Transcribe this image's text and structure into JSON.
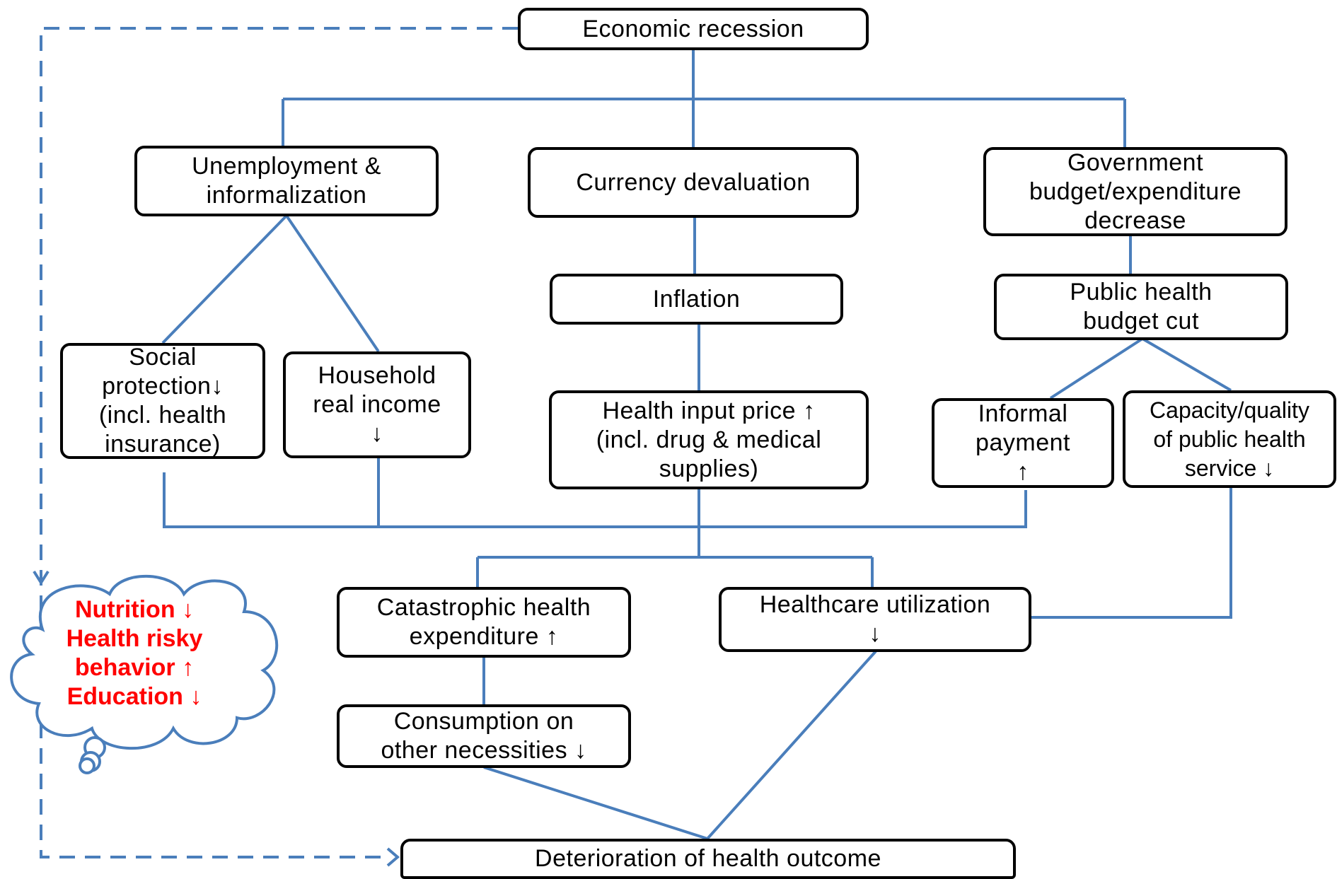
{
  "nodes": {
    "economic_recession": [
      "Economic recession"
    ],
    "unemployment": [
      "Unemployment &",
      "informalization"
    ],
    "currency_devaluation": [
      "Currency devaluation"
    ],
    "government_budget": [
      "Government",
      "budget/expenditure",
      "decrease"
    ],
    "inflation": [
      "Inflation"
    ],
    "public_health_budget_cut": [
      "Public health",
      "budget cut"
    ],
    "social_protection": [
      "Social",
      "protection↓",
      "(incl. health",
      "insurance)"
    ],
    "household_real_income": [
      "Household",
      "real income",
      "↓"
    ],
    "health_input_price": [
      "Health input price ↑",
      "(incl. drug & medical",
      "supplies)"
    ],
    "informal_payment": [
      "Informal",
      "payment",
      "↑"
    ],
    "capacity_quality": [
      "Capacity/quality",
      "of public health",
      "service ↓"
    ],
    "catastrophic_expenditure": [
      "Catastrophic health",
      "expenditure ↑"
    ],
    "healthcare_utilization": [
      "Healthcare utilization",
      "↓"
    ],
    "consumption": [
      "Consumption on",
      "other necessities ↓"
    ],
    "deterioration": [
      "Deterioration of health outcome"
    ]
  },
  "cloud": [
    "Nutrition ↓",
    "Health risky",
    "behavior ↑",
    "Education ↓"
  ],
  "colors": {
    "connector": "#4a7ebb",
    "box_border": "#000000",
    "cloud_text": "#ff0000"
  }
}
